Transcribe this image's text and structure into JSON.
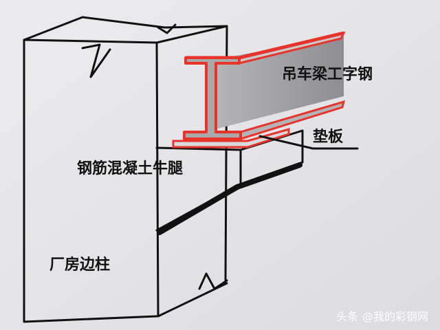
{
  "labels": {
    "crane_beam": "吊车梁工字钢",
    "pad_plate": "垫板",
    "corbel": "钢筋混凝土牛腿",
    "column": "厂房边柱"
  },
  "watermark": {
    "brand": "头条",
    "account": "@我的彩钢网"
  },
  "colors": {
    "steel_outline": "#e8332a",
    "steel_fill": "#9a9a9c",
    "ink": "#111111",
    "paper": "#e9e9ec"
  }
}
